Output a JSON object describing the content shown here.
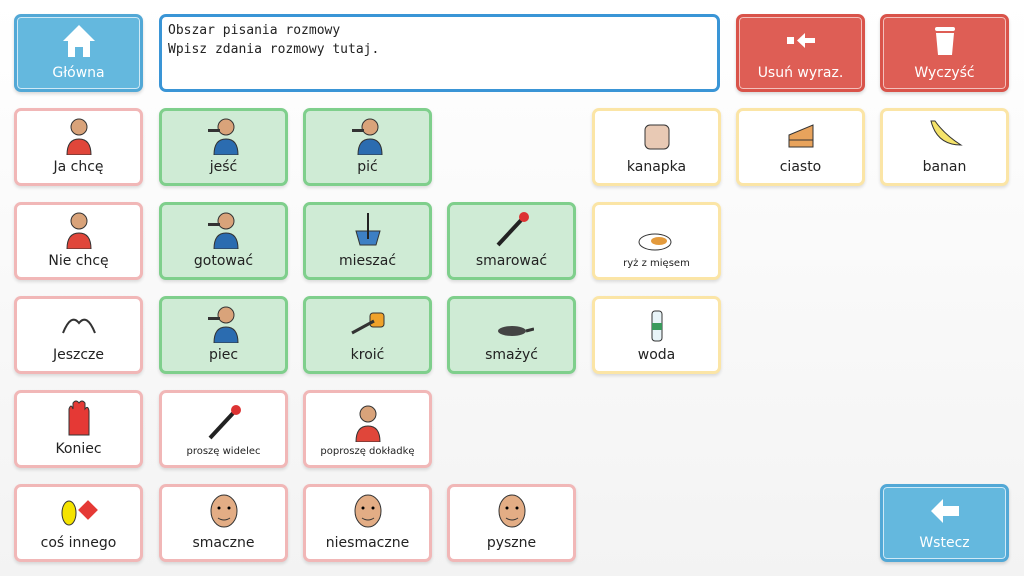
{
  "top": {
    "home": "Główna",
    "delete_word": "Usuń wyraz.",
    "clear": "Wyczyść",
    "back": "Wstecz"
  },
  "message": {
    "line1": "Obszar pisania rozmowy",
    "line2": "Wpisz zdania rozmowy tutaj."
  },
  "tiles": {
    "ja_chce": "Ja chcę",
    "jesc": "jeść",
    "pic": "pić",
    "kanapka": "kanapka",
    "ciasto": "ciasto",
    "banan": "banan",
    "nie_chce": "Nie chcę",
    "gotowac": "gotować",
    "mieszac": "mieszać",
    "smarowac": "smarować",
    "ryz": "ryż z mięsem",
    "jeszcze": "Jeszcze",
    "piec": "piec",
    "kroic": "kroić",
    "smazyc": "smażyć",
    "woda": "woda",
    "koniec": "Koniec",
    "widelec": "proszę widelec",
    "dokladka": "poproszę dokładkę",
    "cos_innego": "coś innego",
    "smaczne": "smaczne",
    "niesmaczne": "niesmaczne",
    "pyszne": "pyszne"
  },
  "colors": {
    "pink": "#f1b7b7",
    "green": "#7fcf8c",
    "yellow": "#fbe5a6",
    "blue": "#64b8de",
    "red": "#de5e55"
  }
}
